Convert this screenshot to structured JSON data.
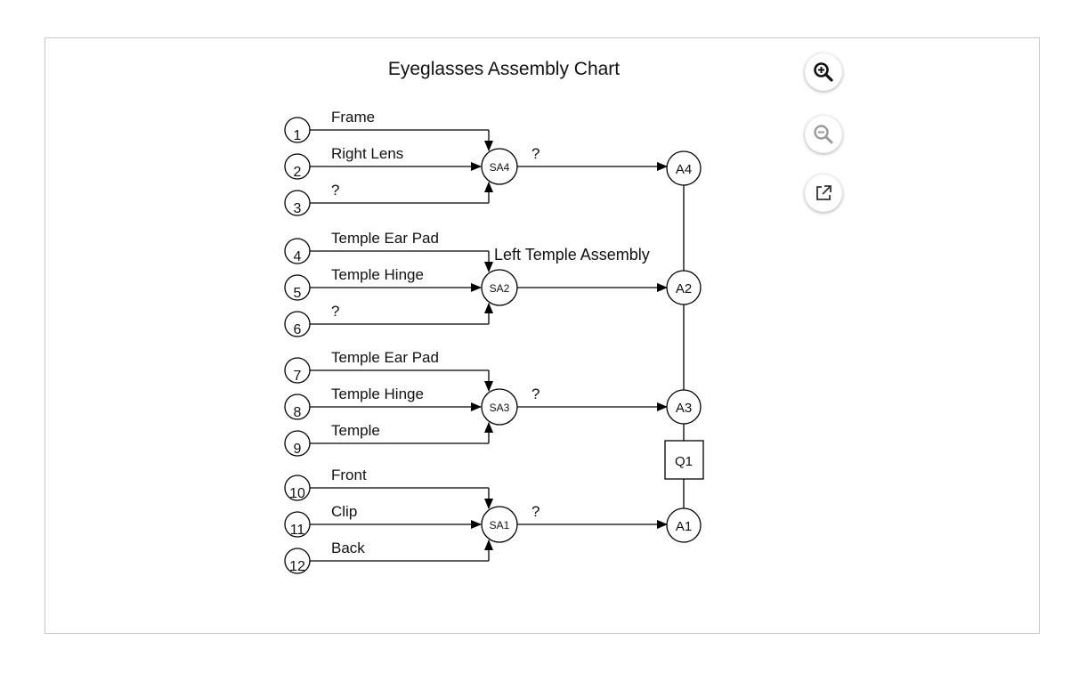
{
  "title": "Eyeglasses Assembly Chart",
  "components": [
    {
      "num": "1",
      "label": "Frame"
    },
    {
      "num": "2",
      "label": "Right Lens"
    },
    {
      "num": "3",
      "label": "?"
    },
    {
      "num": "4",
      "label": "Temple Ear Pad"
    },
    {
      "num": "5",
      "label": "Temple Hinge"
    },
    {
      "num": "6",
      "label": "?"
    },
    {
      "num": "7",
      "label": "Temple Ear Pad"
    },
    {
      "num": "8",
      "label": "Temple Hinge"
    },
    {
      "num": "9",
      "label": "Temple"
    },
    {
      "num": "10",
      "label": "Front"
    },
    {
      "num": "11",
      "label": "Clip"
    },
    {
      "num": "12",
      "label": "Back"
    }
  ],
  "subassemblies": [
    {
      "id": "SA4",
      "output_label": "?"
    },
    {
      "id": "SA2",
      "output_label": "Left Temple Assembly"
    },
    {
      "id": "SA3",
      "output_label": "?"
    },
    {
      "id": "SA1",
      "output_label": "?"
    }
  ],
  "assemblies": [
    "A4",
    "A2",
    "A3",
    "A1"
  ],
  "inspection": "Q1",
  "controls": {
    "zoom_in_icon": "zoom-in-icon",
    "zoom_out_icon": "zoom-out-icon",
    "open_external_icon": "open-external-icon"
  }
}
